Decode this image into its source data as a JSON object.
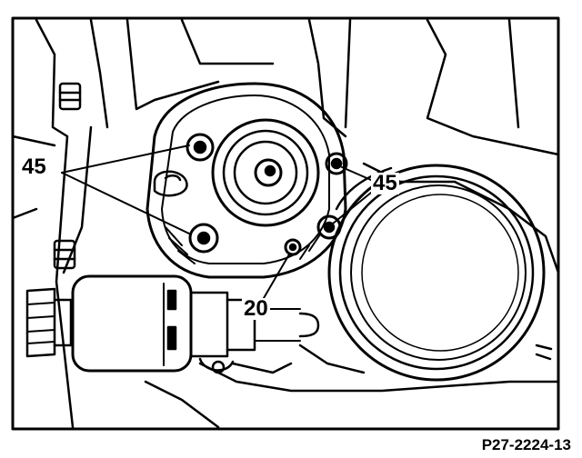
{
  "callouts": {
    "left_torque": "45",
    "right_torque": "45",
    "bottom_torque": "20"
  },
  "figure_ref": "P27-2224-13",
  "colors": {
    "ink": "#000000",
    "paper": "#ffffff"
  }
}
